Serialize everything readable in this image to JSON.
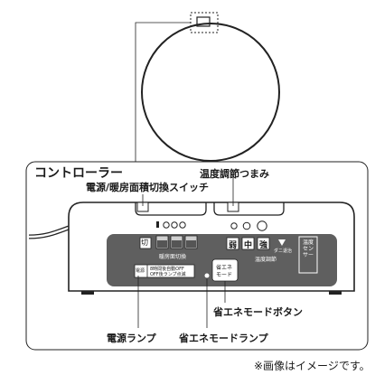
{
  "section_title": "コントローラー",
  "callouts": {
    "power_switch": "電源/暖房面積切換スイッチ",
    "temp_knob": "温度調節つまみ",
    "power_lamp": "電源ランプ",
    "eco_lamp": "省エネモードランプ",
    "eco_button": "省エネモードボタン"
  },
  "panel": {
    "switch_off": "切",
    "area_switch_label": "暖房面切換",
    "temp_low": "弱",
    "temp_mid": "中",
    "temp_high": "強",
    "temp_adjust_label": "温度調節",
    "eco_caption": "ダニ退治",
    "power_icon_text": "電源",
    "auto_off_line1": "8時間後自動OFF",
    "auto_off_line2": "OFF後ランプ点滅",
    "eco_button_line1": "省エネ",
    "eco_button_line2": "モード",
    "side_label": "温度センサー"
  },
  "footnote": "※画像はイメージです。"
}
